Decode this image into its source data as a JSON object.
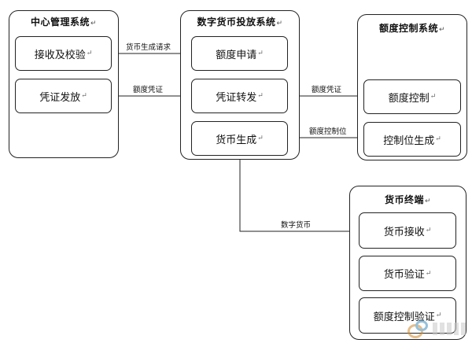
{
  "systems": {
    "central": {
      "title": "中心管理系统",
      "return_mark": "↵",
      "boxes": [
        {
          "label": "接收及校验",
          "mark": "↵"
        },
        {
          "label": "凭证发放",
          "mark": "↵"
        }
      ]
    },
    "issuance": {
      "title": "数字货币投放系统",
      "return_mark": "↵",
      "boxes": [
        {
          "label": "额度申请",
          "mark": "↵"
        },
        {
          "label": "凭证转发",
          "mark": "↵"
        },
        {
          "label": "货币生成",
          "mark": "↵"
        }
      ]
    },
    "quota": {
      "title": "额度控制系统",
      "return_mark": "↵",
      "boxes": [
        {
          "label": "额度控制",
          "mark": "↵"
        },
        {
          "label": "控制位生成",
          "mark": "↵"
        }
      ]
    },
    "terminal": {
      "title": "货币终端",
      "return_mark": "↵",
      "boxes": [
        {
          "label": "货币接收",
          "mark": "↵"
        },
        {
          "label": "货币验证",
          "mark": "↵"
        },
        {
          "label": "额度控制验证",
          "mark": "↵"
        }
      ]
    }
  },
  "edges": {
    "request": "货币生成请求",
    "voucher_left": "额度凭证",
    "voucher_right": "额度凭证",
    "control_bit": "额度控制位",
    "digital_currency": "数字货币"
  },
  "colors": {
    "stroke": "#222222",
    "background": "#ffffff"
  }
}
